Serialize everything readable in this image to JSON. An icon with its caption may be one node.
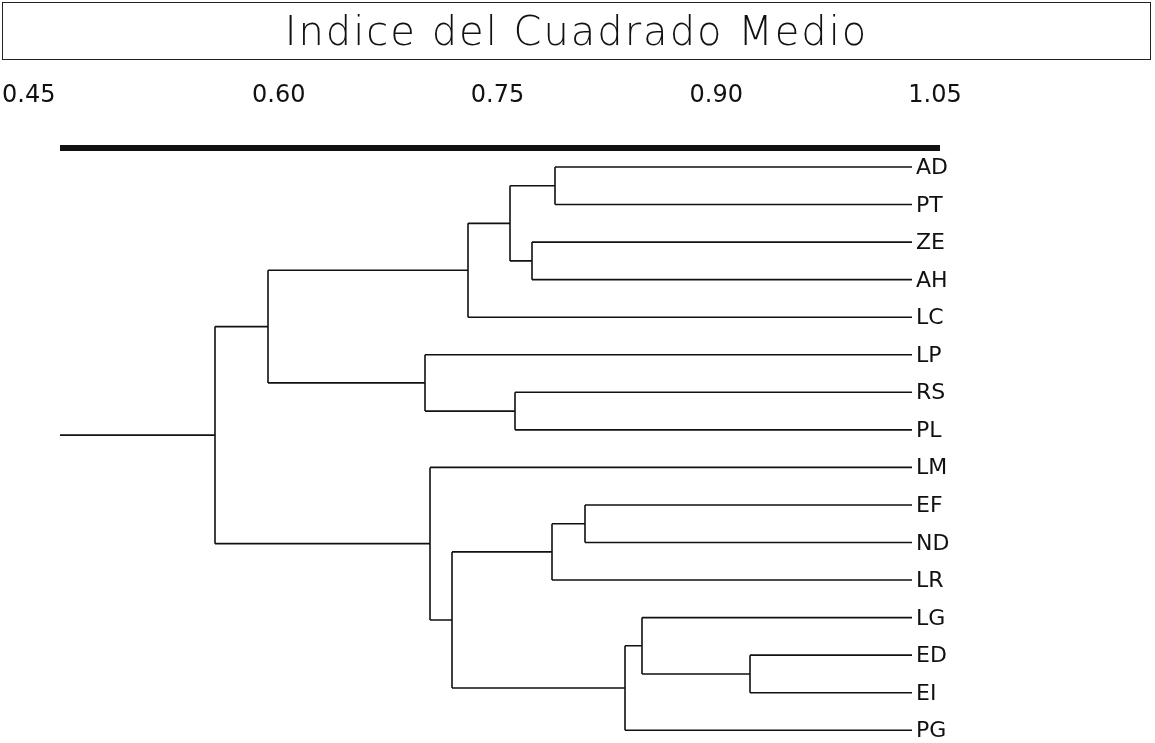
{
  "diagram": {
    "title": "Indice del Cuadrado Medio",
    "labels": [
      "0.45",
      "0.60",
      "0.75",
      "0.90",
      "1.05",
      "AD",
      "PT",
      "ZE",
      "AH",
      "LC",
      "LP",
      "RS",
      "PL",
      "LM",
      "EF",
      "ND",
      "LR",
      "LG",
      "ED",
      "EI",
      "PG"
    ]
  }
}
